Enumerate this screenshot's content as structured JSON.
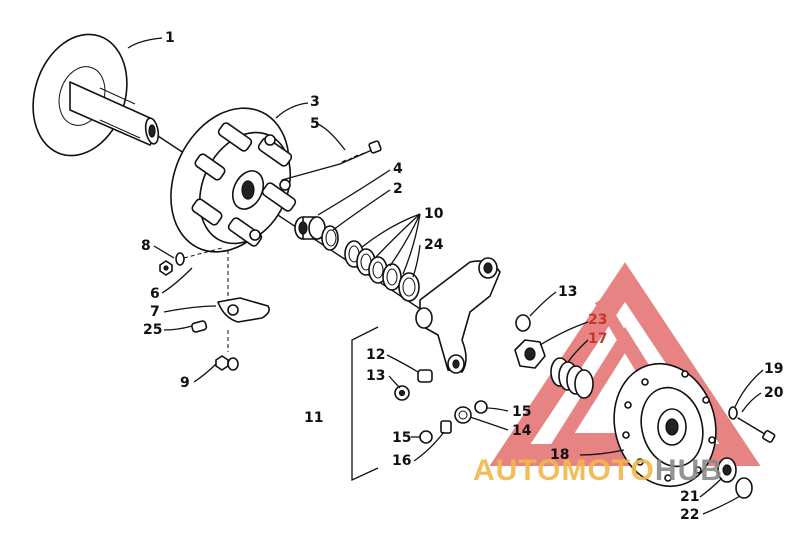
{
  "diagram": {
    "callouts": [
      {
        "id": "c1",
        "text": "1"
      },
      {
        "id": "c3",
        "text": "3"
      },
      {
        "id": "c5",
        "text": "5"
      },
      {
        "id": "c4",
        "text": "4"
      },
      {
        "id": "c2",
        "text": "2"
      },
      {
        "id": "c10",
        "text": "10"
      },
      {
        "id": "c24",
        "text": "24"
      },
      {
        "id": "c8",
        "text": "8"
      },
      {
        "id": "c6",
        "text": "6"
      },
      {
        "id": "c7",
        "text": "7"
      },
      {
        "id": "c25",
        "text": "25"
      },
      {
        "id": "c9",
        "text": "9"
      },
      {
        "id": "c13a",
        "text": "13"
      },
      {
        "id": "c23",
        "text": "23"
      },
      {
        "id": "c17",
        "text": "17"
      },
      {
        "id": "c12",
        "text": "12"
      },
      {
        "id": "c13b",
        "text": "13"
      },
      {
        "id": "c11",
        "text": "11"
      },
      {
        "id": "c15a",
        "text": "15"
      },
      {
        "id": "c14",
        "text": "14"
      },
      {
        "id": "c15b",
        "text": "15"
      },
      {
        "id": "c16",
        "text": "16"
      },
      {
        "id": "c18",
        "text": "18"
      },
      {
        "id": "c19",
        "text": "19"
      },
      {
        "id": "c20",
        "text": "20"
      },
      {
        "id": "c21",
        "text": "21"
      },
      {
        "id": "c22",
        "text": "22"
      }
    ]
  },
  "watermark": {
    "part1": "AUTOMOTO",
    "part2": "HUB",
    "color_orange": "#f0b84a",
    "color_gray": "#8a8a8a",
    "logo_color": "#e05a5a"
  }
}
